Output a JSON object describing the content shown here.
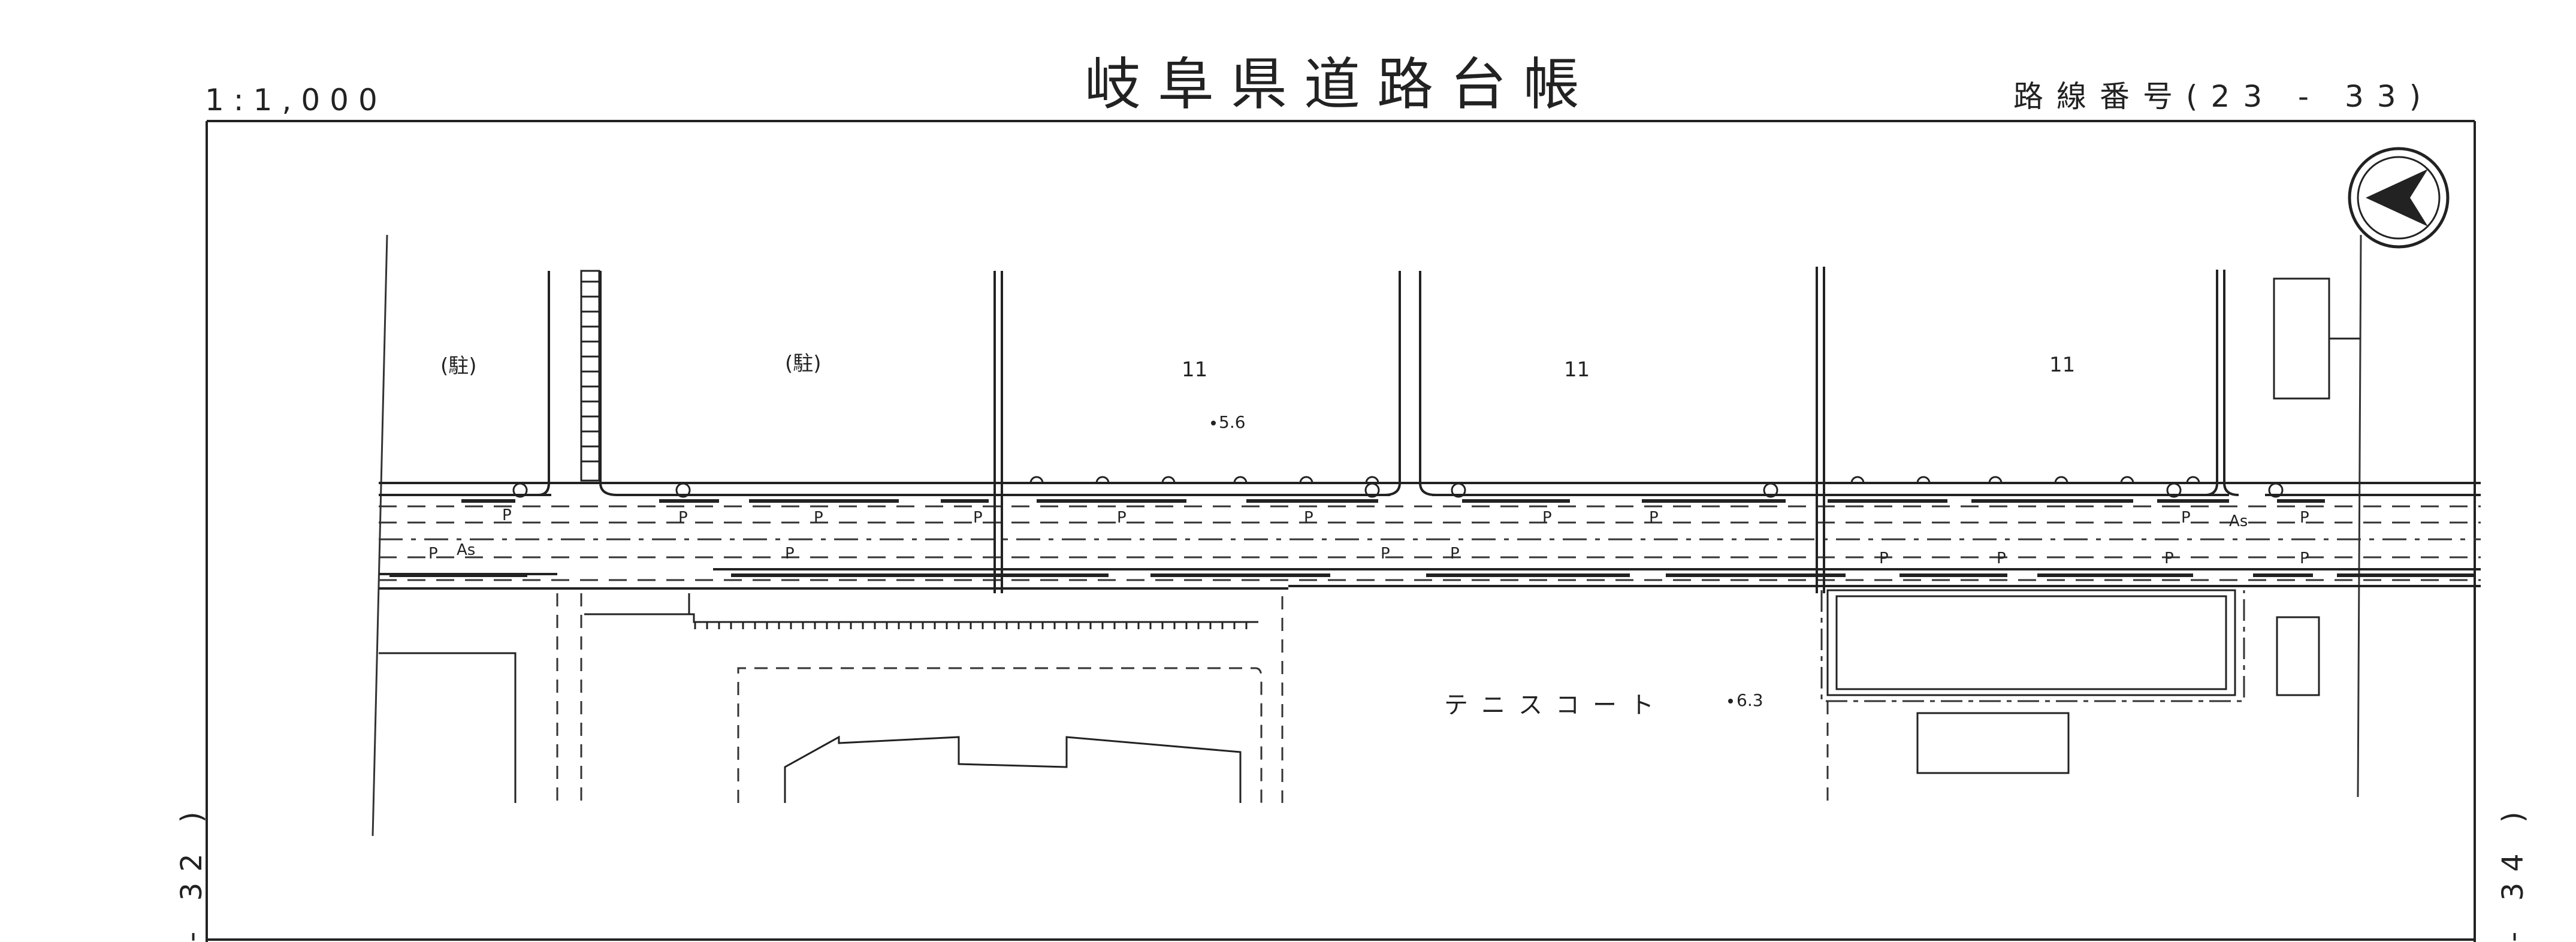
{
  "sheet": {
    "title": "岐阜県道路台帳",
    "scale": "1:1,000",
    "route_number": "路線番号(23 - 33)",
    "left_adjacent": "- 32 )",
    "right_adjacent": "- 34 )"
  },
  "map": {
    "north_arrow_icon": "north-arrow-icon",
    "labels": {
      "parking_1": "(駐)",
      "parking_2": "(駐)",
      "mark_1": "11",
      "mark_2": "11",
      "mark_3": "11",
      "elevation_1": "5.6",
      "elevation_2": "6.3",
      "tennis_court": "テニスコート",
      "asphalt_left": "As",
      "asphalt_right": "As"
    },
    "pole_marker": "P"
  }
}
